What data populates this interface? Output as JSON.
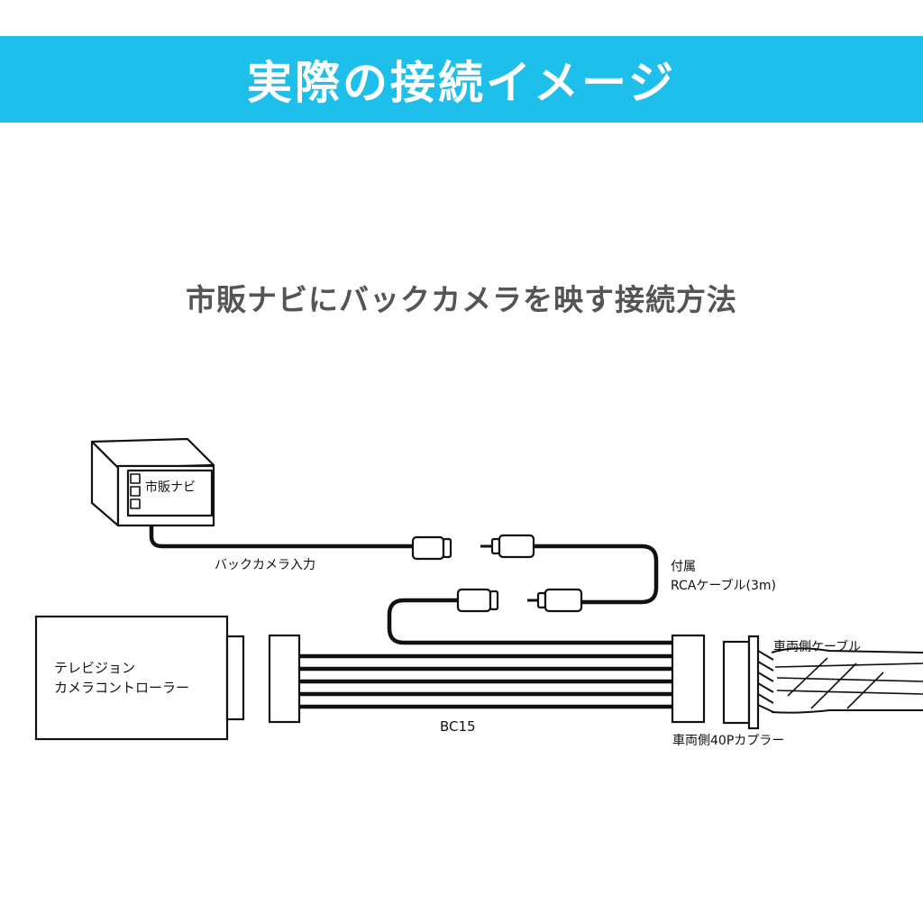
{
  "header": {
    "title": "実際の接続イメージ",
    "bg_color": "#1fbfeb"
  },
  "subtitle": "市販ナビにバックカメラを映す接続方法",
  "diagram": {
    "navi_label": "市販ナビ",
    "back_camera_input_label": "バックカメラ入力",
    "rca_cable_label_line1": "付属",
    "rca_cable_label_line2": "RCAケーブル(3m)",
    "controller_label_line1": "テレビジョン",
    "controller_label_line2": "カメラコントローラー",
    "harness_label": "BC15",
    "vehicle_cable_label": "車両側ケーブル",
    "vehicle_coupler_label": "車両側40Pカプラー"
  }
}
